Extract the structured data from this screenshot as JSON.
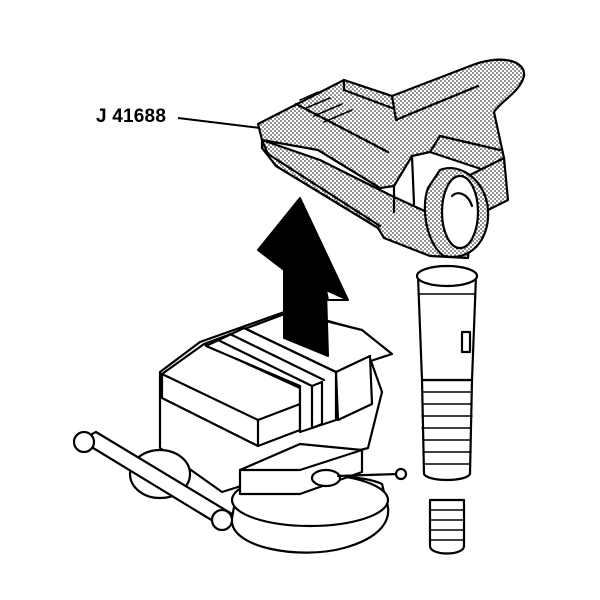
{
  "callout": {
    "tool_label": "J 41688"
  },
  "components": {
    "tool": "J 41688",
    "arrow_direction": "up",
    "items": [
      "bench-vise",
      "lift-arrow",
      "ball-joint-tool",
      "socket-extension"
    ]
  },
  "colors": {
    "ink": "#000000",
    "paper": "#ffffff"
  }
}
